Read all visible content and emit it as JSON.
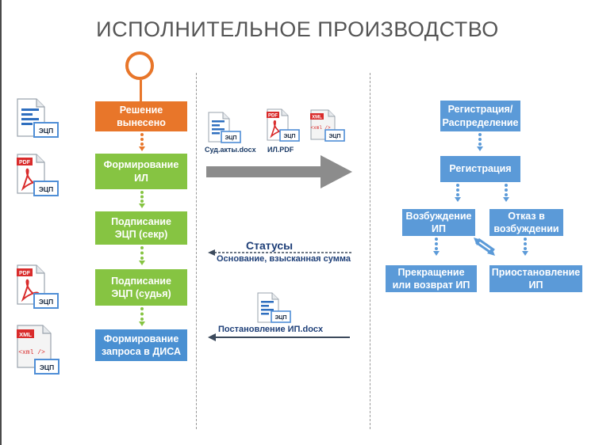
{
  "title": "ИСПОЛНИТЕЛЬНОЕ ПРОИЗВОДСТВО",
  "badge": "ЭЦП",
  "icons": {
    "word": "word-document-icon",
    "pdf": "pdf-document-icon",
    "xml": "xml-document-icon",
    "pdf_label": "PDF",
    "xml_label": "XML",
    "xml_tag": "<xml />",
    "start": "start-circle-icon"
  },
  "left_flow": {
    "decision": "Решение\nвынесено",
    "forming": "Формирование\nИЛ",
    "sign_secr": "Подписание\nЭЦП (секр)",
    "sign_judge": "Подписание\nЭЦП (судья)",
    "request": "Формирование\nзапроса в ДИСА"
  },
  "middle": {
    "doc1_caption": "Суд.акты.docx",
    "doc2_caption": "ИЛ.PDF",
    "statuses_title": "Статусы",
    "statuses_sub": "Основание, взысканная сумма",
    "decree_caption": "Постановление ИП.docx"
  },
  "right_flow": {
    "reg_dist": "Регистрация/\nРаспределение",
    "reg": "Регистрация",
    "initiation": "Возбуждение\nИП",
    "refusal": "Отказ в\nвозбуждении",
    "termination": "Прекращение\nили возврат ИП",
    "suspension": "Приостановление\nИП"
  },
  "colors": {
    "orange": "#e8762a",
    "green": "#86c442",
    "blue": "#4a90d2",
    "text_dark": "#1e3f78"
  }
}
